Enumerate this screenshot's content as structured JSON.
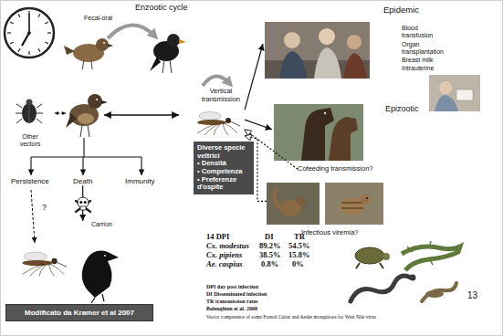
{
  "diagram": {
    "nodes": [
      {
        "text": [
          "Other vectors"
        ]
      },
      {
        "text": [
          "Vertical transmission"
        ]
      },
      {
        "text": [
          "Diverse specie vettrici",
          "• Densità",
          "• Competenza",
          "• Preferenze d'ospite"
        ]
      },
      {
        "text": [
          "Persistence"
        ]
      },
      {
        "text": [
          "Death"
        ]
      },
      {
        "text": [
          "Immunity"
        ]
      },
      {
        "text": [
          "Carrion"
        ]
      },
      {
        "text": [
          "Epidemic"
        ]
      },
      {
        "text": [
          "Epizootic"
        ]
      },
      {
        "text": [
          "Cofeeding transmission?"
        ]
      },
      {
        "text": [
          "Infectious viremia?"
        ]
      },
      {
        "text": [
          "Modificato da Kramer et al 2007"
        ]
      }
    ],
    "edges": [
      {
        "from": 1,
        "to": 7,
        "arrow": "to"
      },
      {
        "from": 1,
        "to": 8,
        "arrow": "to"
      },
      {
        "from": 9,
        "to": 1,
        "arrow": "to"
      },
      {
        "from": 10,
        "to": 1,
        "arrow": "to"
      },
      {
        "from": 4,
        "to": 6,
        "arrow": "to"
      }
    ],
    "labels": [
      "Enzootic cycle",
      "Fecal-oral",
      "?",
      "Blood transfusion",
      "Organ transplantation",
      "Breast milk",
      "Intrauterine",
      "14 DPI",
      "DI",
      "TR",
      "Cx. modestus",
      "89.2%",
      "54.5%",
      "Cx. pipiens",
      "38.5%",
      "15.8%",
      "Ae. caspius",
      "0.8%",
      "0%",
      "DPI day post infection",
      "DI Disseminated infection",
      "TR transmission rates",
      "Balenghien et al. 2008",
      "Vector competence of some French Culex and Aedes mosquitoes for West Nile virus",
      "13"
    ]
  }
}
